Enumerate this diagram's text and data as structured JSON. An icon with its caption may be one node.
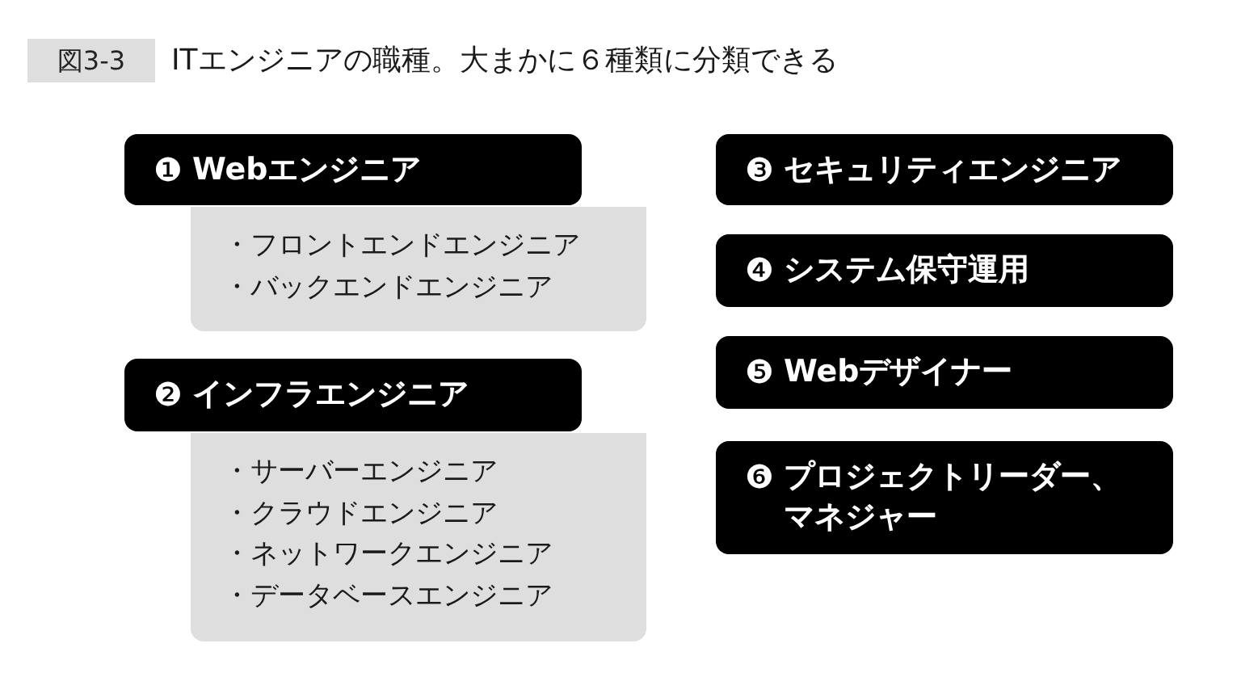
{
  "diagram": {
    "title": "ITエンジニアの職種。大まかに６種類に分類できる",
    "nodes": [
      {
        "text": [
          "図3-3"
        ]
      },
      {
        "text": [
          "❶",
          "Webエンジニア"
        ]
      },
      {
        "text": [
          "・フロントエンドエンジニア",
          "・バックエンドエンジニア"
        ]
      },
      {
        "text": [
          "❷",
          "インフラエンジニア"
        ]
      },
      {
        "text": [
          "・サーバーエンジニア",
          "・クラウドエンジニア",
          "・ネットワークエンジニア",
          "・データベースエンジニア"
        ]
      },
      {
        "text": [
          "❸",
          "セキュリティエンジニア"
        ]
      },
      {
        "text": [
          "❹",
          "システム保守運用"
        ]
      },
      {
        "text": [
          "❺",
          "Webデザイナー"
        ]
      },
      {
        "text": [
          "❻",
          "プロジェクトリーダー、マネジャー"
        ]
      }
    ]
  }
}
